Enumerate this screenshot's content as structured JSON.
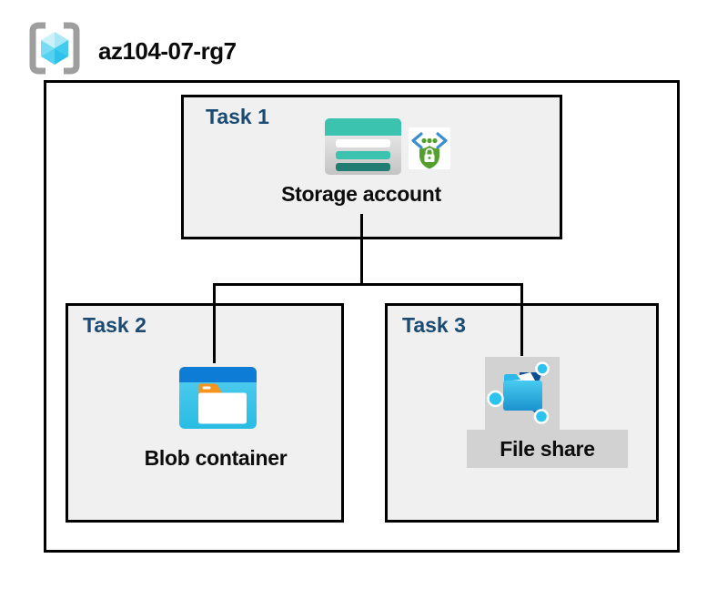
{
  "header": {
    "title": "az104-07-rg7",
    "icon": "resource-group-icon"
  },
  "tasks": [
    {
      "label": "Task 1",
      "item": "Storage account",
      "icons": [
        "storage-account-icon",
        "secured-endpoint-icon"
      ]
    },
    {
      "label": "Task 2",
      "item": "Blob container",
      "icons": [
        "blob-container-icon"
      ]
    },
    {
      "label": "Task 3",
      "item": "File share",
      "icons": [
        "file-share-icon"
      ]
    }
  ],
  "connections": [
    {
      "from": "Storage account",
      "to": "Blob container"
    },
    {
      "from": "Storage account",
      "to": "File share"
    }
  ],
  "colors": {
    "task_label": "#1b4a73",
    "box_fill": "#f0f0f0",
    "box_border": "#000000",
    "teal": "#3cc3b0",
    "teal_dark": "#217d72",
    "blob_bar": "#0d7cd6",
    "folder_orange": "#f7941e",
    "file_gray": "#d2d2d2",
    "node_cyan": "#2cc4ef",
    "link_blue": "#1266ab",
    "flap_navy": "#0b4f92",
    "bracket_gray": "#9e9e9e",
    "endpoint_blue": "#3a8fd0",
    "endpoint_green": "#54a02f"
  }
}
